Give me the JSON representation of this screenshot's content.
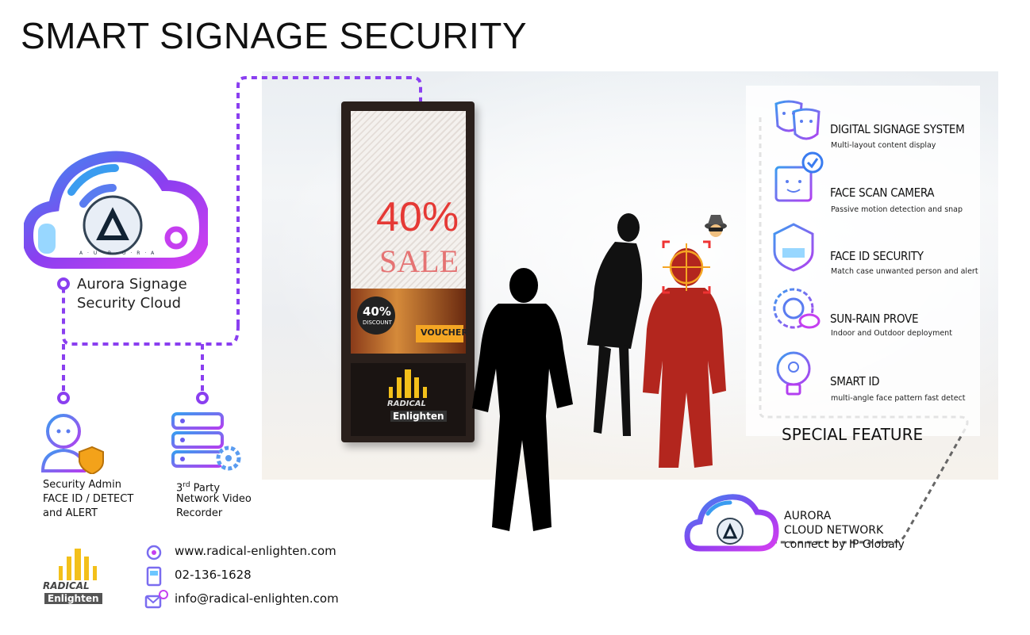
{
  "title": "SMART SIGNAGE SECURITY",
  "cloud_label_line1": "Aurora Signage",
  "cloud_label_line2": "Security Cloud",
  "cloud_logo_text": "A · U · R · O · R · A",
  "admin": {
    "line1": "Security Admin",
    "line2": "FACE ID / DETECT",
    "line3": "and ALERT"
  },
  "nvr": {
    "line1_base": "3",
    "line1_sup": "rd",
    "line1_rest": " Party",
    "line2": "Network Video",
    "line3": "Recorder"
  },
  "features": [
    {
      "title": "DIGITAL SIGNAGE SYSTEM",
      "desc": "Multi-layout content display",
      "icon": "masks-icon"
    },
    {
      "title": "FACE SCAN CAMERA",
      "desc": "Passive motion detection and snap",
      "icon": "face-scan-icon"
    },
    {
      "title": "FACE ID SECURITY",
      "desc": "Match case unwanted person and alert",
      "icon": "shield-face-icon"
    },
    {
      "title": "SUN-RAIN PROVE",
      "desc": "Indoor and Outdoor deployment",
      "icon": "sun-leaf-icon"
    },
    {
      "title": "SMART ID",
      "desc": "multi-angle face pattern fast detect",
      "icon": "lightbulb-face-icon"
    }
  ],
  "special_feature": "SPECIAL FEATURE",
  "network": {
    "line1": "AURORA",
    "line2": "CLOUD NETWORK",
    "line3": "connect by IP Globaly"
  },
  "signage": {
    "big_percent": "40%",
    "sale": "SALE",
    "badge_percent": "40%",
    "badge_sub": "DISCOUNT",
    "voucher": "VOUCHER",
    "brand_line1": "RADICAL",
    "brand_line2": "Enlighten"
  },
  "contact": {
    "website": "www.radical-enlighten.com",
    "phone": "02-136-1628",
    "email": "info@radical-enlighten.com"
  },
  "logo": {
    "line1": "RADICAL",
    "line2": "Enlighten"
  },
  "colors": {
    "accent_purple": "#8a3ff0",
    "alert_red": "#b3261e",
    "signage_red": "#e33",
    "voucher_orange": "#f5a623"
  }
}
